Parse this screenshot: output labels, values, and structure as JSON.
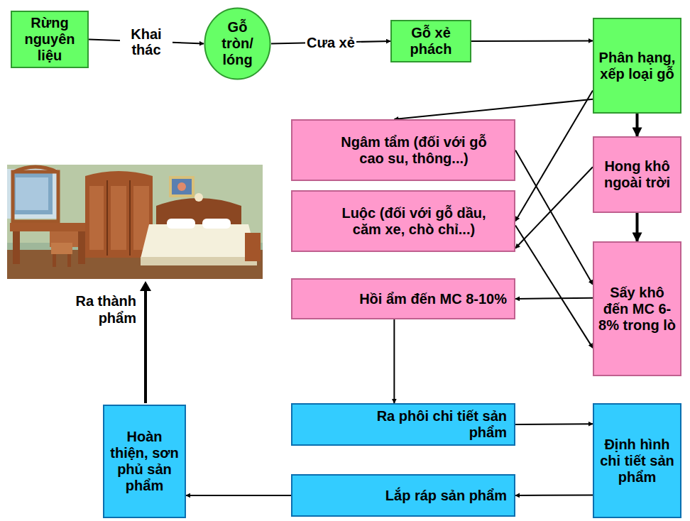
{
  "diagram": {
    "nodes": [
      {
        "text": [
          "Rừng nguyên liệu"
        ]
      },
      {
        "text": [
          "Gỗ tròn/ lóng"
        ]
      },
      {
        "text": [
          "Gỗ xẻ phách"
        ]
      },
      {
        "text": [
          "Phân hạng, xếp loại gỗ"
        ]
      },
      {
        "text": [
          "Ngâm tẩm (đối với gỗ cao su, thông...)"
        ]
      },
      {
        "text": [
          "Hong khô ngoài trời"
        ]
      },
      {
        "text": [
          "Luộc (đối với gỗ dầu, căm xe, chò chỉ...)"
        ]
      },
      {
        "text": [
          "Hồi ẩm đến MC 8-10%"
        ]
      },
      {
        "text": [
          "Sấy khô đến MC 6-8% trong lò"
        ]
      },
      {
        "text": [
          "Ra phôi chi tiết sản phẩm"
        ]
      },
      {
        "text": [
          "Định hình chi tiết sản phẩm"
        ]
      },
      {
        "text": [
          "Hoàn thiện, sơn phủ sản phẩm"
        ]
      },
      {
        "text": [
          "Lắp ráp sản phẩm"
        ]
      }
    ],
    "edges": [
      {
        "from": 0,
        "to": 1,
        "label": "Khai thác",
        "arrow": "to"
      },
      {
        "from": 1,
        "to": 2,
        "label": "Cưa xẻ",
        "arrow": "to"
      },
      {
        "from": 2,
        "to": 3,
        "arrow": "to"
      },
      {
        "from": 3,
        "to": 4,
        "arrow": "to"
      },
      {
        "from": 3,
        "to": 5,
        "arrow": "to"
      },
      {
        "from": 3,
        "to": 6,
        "arrow": "to"
      },
      {
        "from": 5,
        "to": 6,
        "arrow": "to"
      },
      {
        "from": 5,
        "to": 8,
        "arrow": "to"
      },
      {
        "from": 4,
        "to": 8,
        "arrow": "to"
      },
      {
        "from": 6,
        "to": 8,
        "arrow": "to"
      },
      {
        "from": 8,
        "to": 7,
        "arrow": "to"
      },
      {
        "from": 7,
        "to": 9,
        "arrow": "to"
      },
      {
        "from": 9,
        "to": 10,
        "arrow": "to"
      },
      {
        "from": 10,
        "to": 12,
        "arrow": "to"
      },
      {
        "from": 12,
        "to": 11,
        "arrow": "to"
      }
    ],
    "labels": [
      "Ra thành phẩm"
    ]
  }
}
